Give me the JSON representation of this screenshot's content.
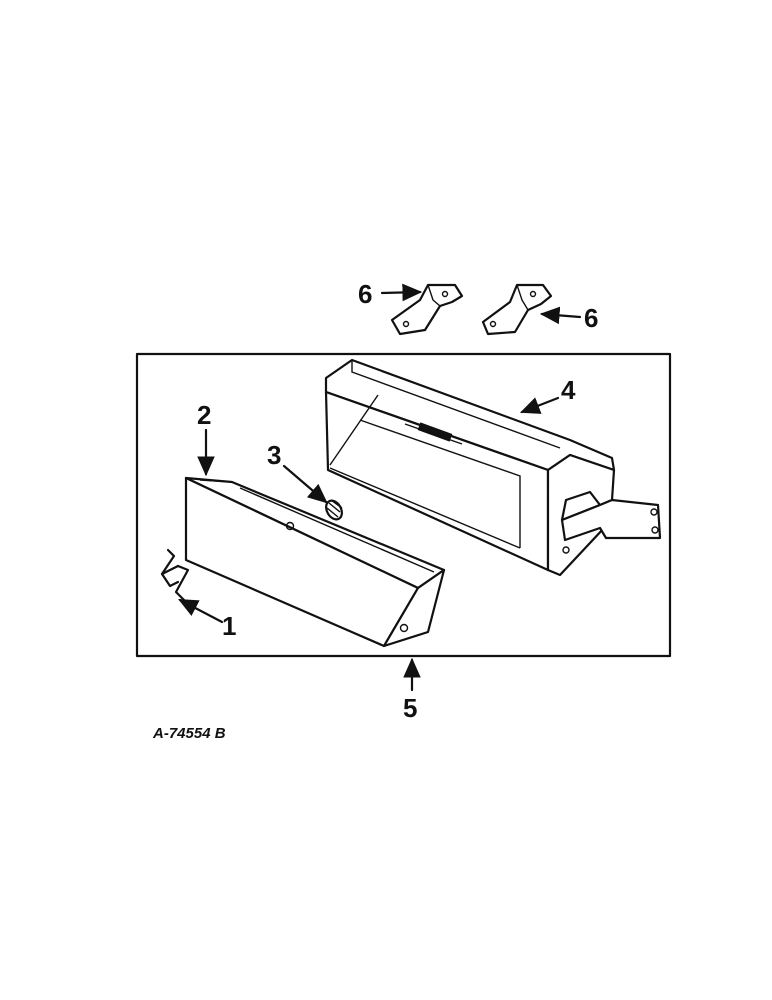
{
  "diagram": {
    "callouts": {
      "c1": "1",
      "c2": "2",
      "c3": "3",
      "c4": "4",
      "c5": "5",
      "c6a": "6",
      "c6b": "6"
    },
    "figure_id": "A-74554 B",
    "colors": {
      "ink": "#111111",
      "paper": "#ffffff"
    }
  }
}
